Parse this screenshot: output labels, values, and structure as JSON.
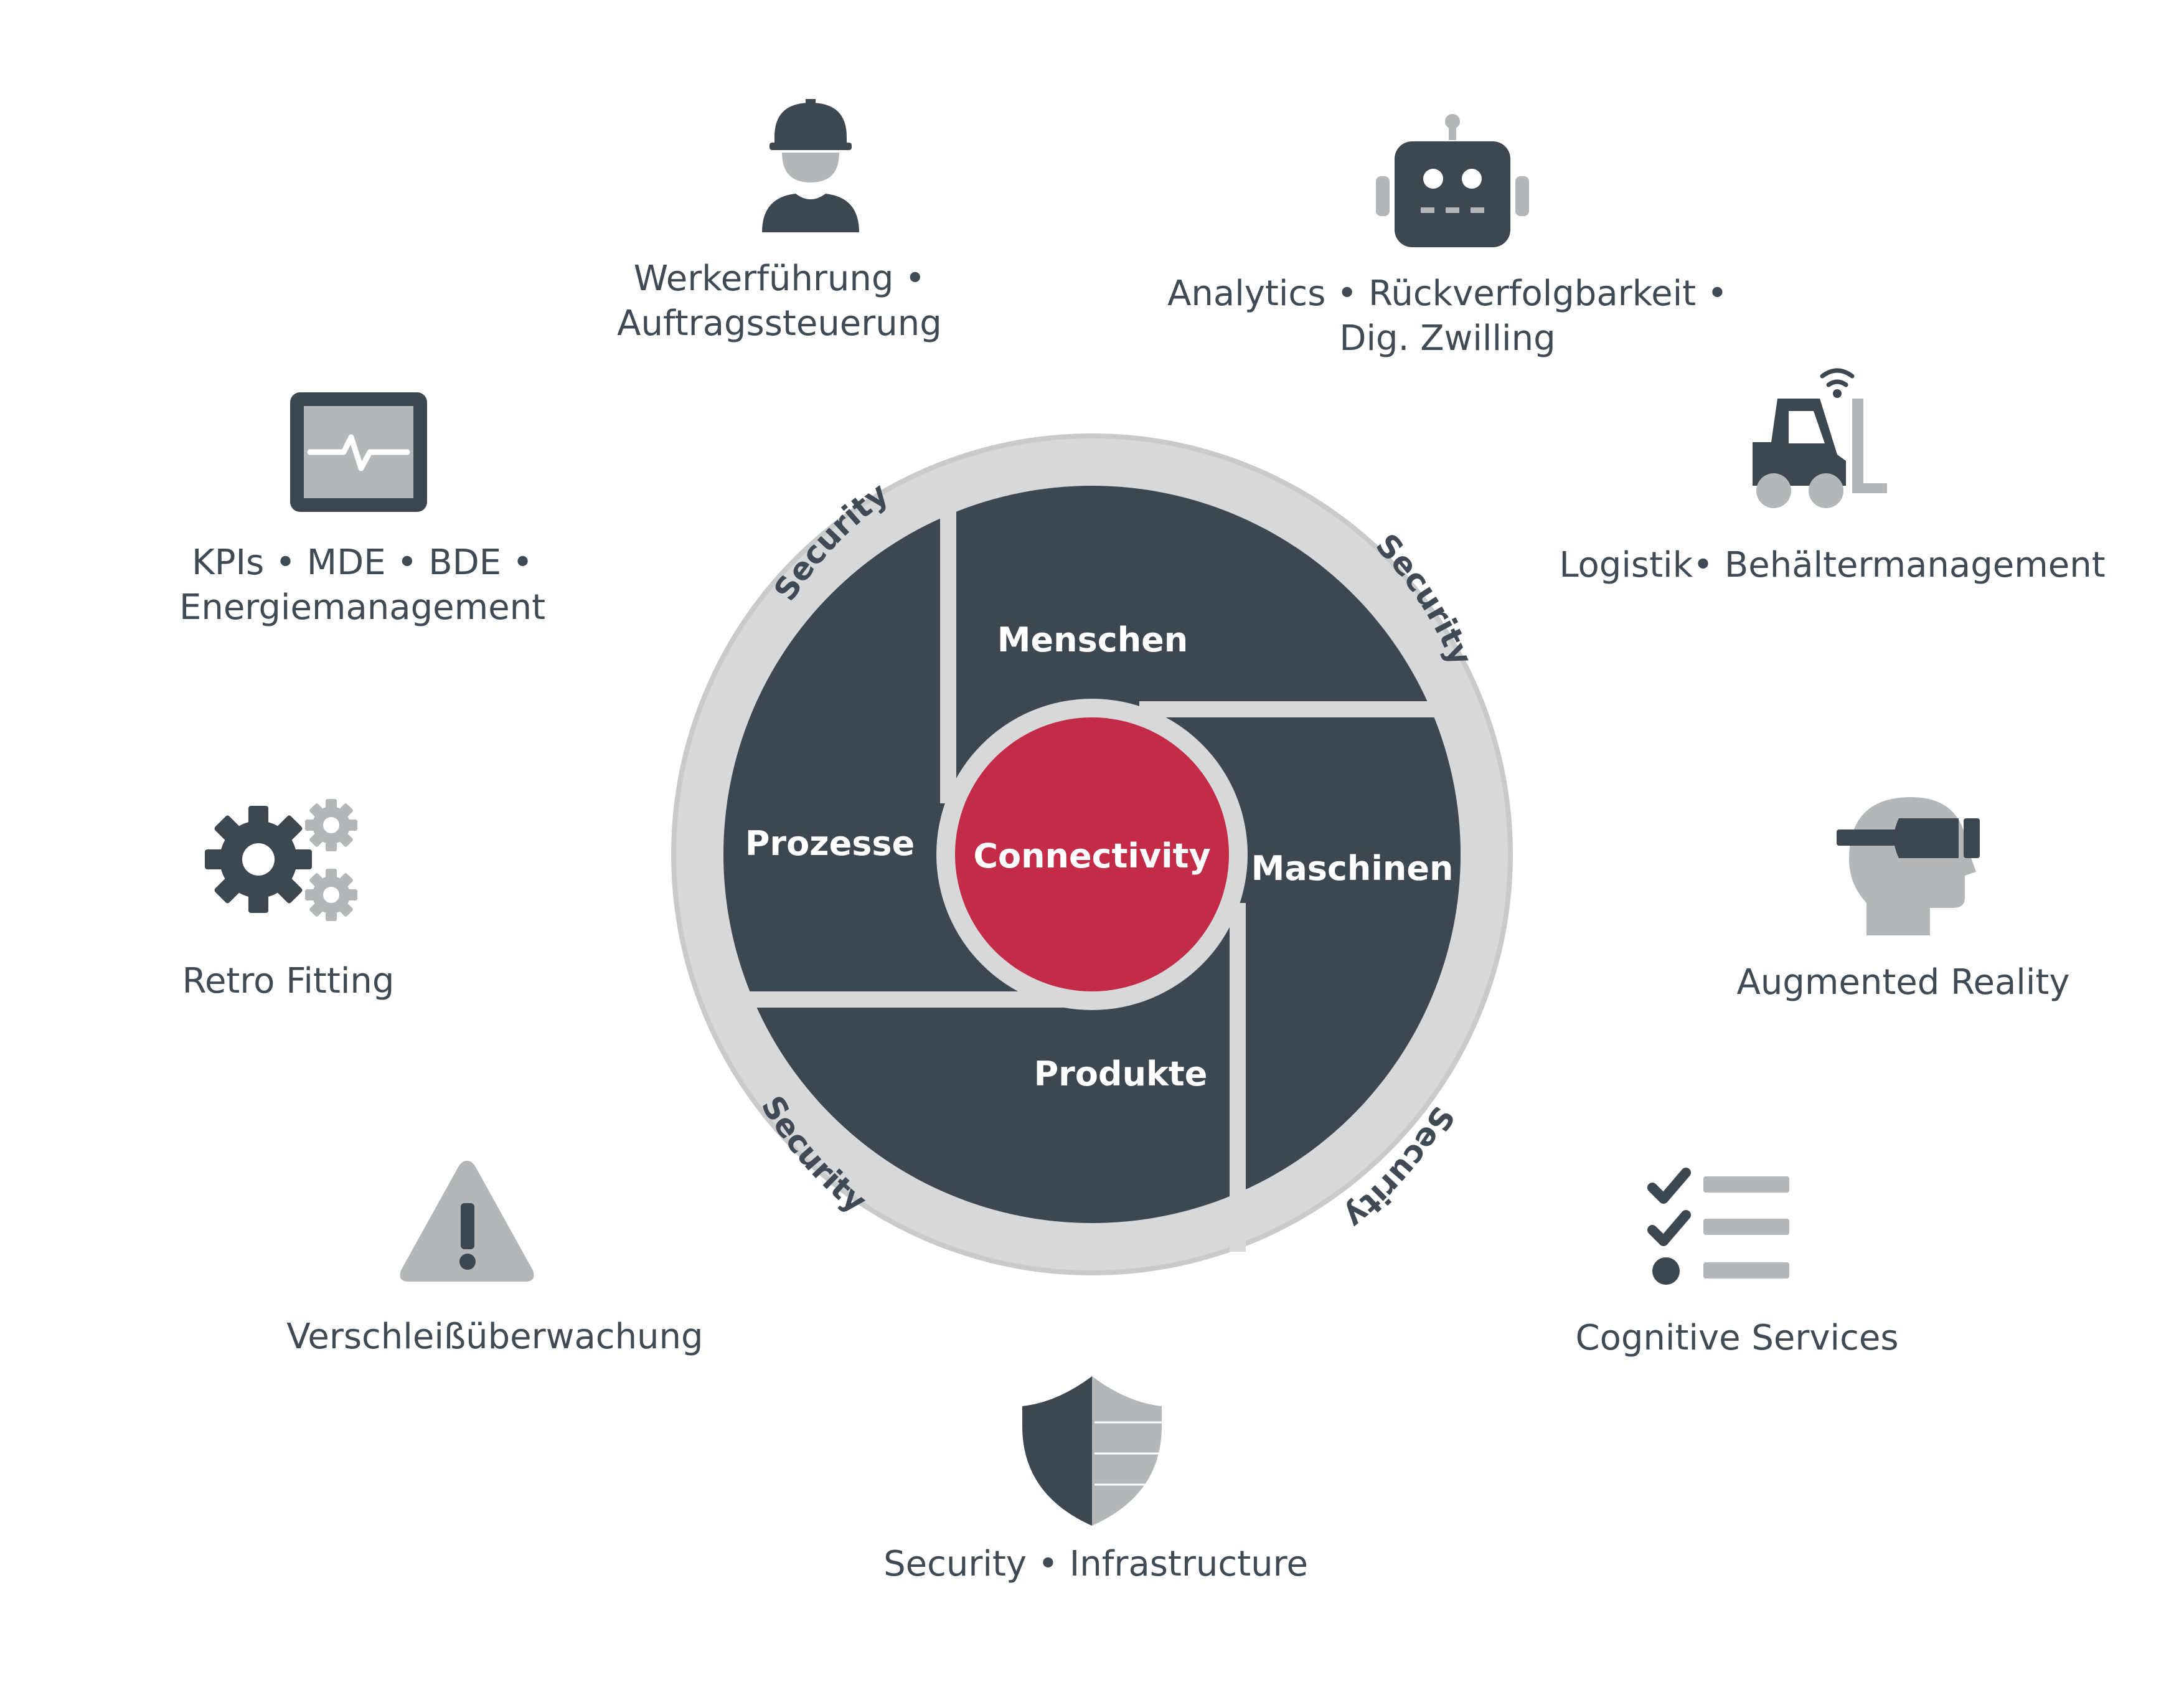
{
  "colors": {
    "dark": "#3d4750",
    "gray": "#b4b7ba",
    "ring": "#d6d8da",
    "ring_border": "#c8cacc",
    "red": "#c42b47",
    "text": "#3f4a54"
  },
  "center": {
    "label": "Connectivity"
  },
  "segments": {
    "top": "Menschen",
    "right": "Maschinen",
    "bottom": "Produkte",
    "left": "Prozesse"
  },
  "ring_labels": {
    "top_left": "Security",
    "top_right": "Security",
    "bottom_right": "Security",
    "bottom_left": "Security"
  },
  "features": [
    {
      "id": "worker",
      "icon": "worker-helmet-icon",
      "lines": [
        "Werkerführung •",
        "Auftragssteuerung"
      ]
    },
    {
      "id": "analytics",
      "icon": "robot-icon",
      "lines": [
        "Analytics • Rückverfolgbarkeit •",
        "Dig. Zwilling"
      ]
    },
    {
      "id": "kpis",
      "icon": "monitor-pulse-icon",
      "lines": [
        "KPIs • MDE • BDE •",
        "Energiemanagement"
      ]
    },
    {
      "id": "logistics",
      "icon": "forklift-icon",
      "lines": [
        "Logistik• Behältermanagement"
      ]
    },
    {
      "id": "retro",
      "icon": "gears-icon",
      "lines": [
        "Retro Fitting"
      ]
    },
    {
      "id": "ar",
      "icon": "vr-headset-icon",
      "lines": [
        "Augmented Reality"
      ]
    },
    {
      "id": "wear",
      "icon": "warning-icon",
      "lines": [
        "Verschleißüberwachung"
      ]
    },
    {
      "id": "cognitive",
      "icon": "checklist-icon",
      "lines": [
        "Cognitive Services"
      ]
    },
    {
      "id": "security",
      "icon": "shield-icon",
      "lines": [
        "Security • Infrastructure"
      ]
    }
  ]
}
